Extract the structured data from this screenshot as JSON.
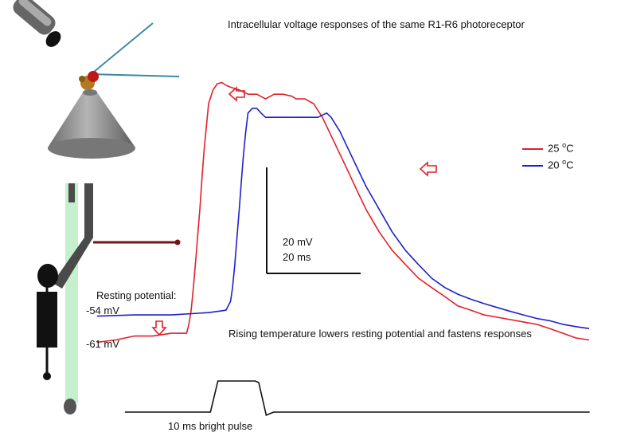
{
  "chart_data": {
    "type": "line",
    "title": "Intracellular voltage responses of the same R1-R6 photoreceptor",
    "annotation": "Rising temperature lowers resting potential and fastens responses",
    "resting_potential_label": "Resting potential:",
    "resting_values": [
      "-54 mV",
      "-61 mV"
    ],
    "scale_bar": {
      "voltage": "20 mV",
      "time": "20 ms"
    },
    "stimulus_label": "10 ms bright pulse",
    "x_unit": "ms",
    "y_unit": "mV",
    "series": [
      {
        "name": "25",
        "unit": "°C",
        "color": "#e0202a",
        "x": [
          -60,
          -50,
          -40,
          -30,
          -20,
          -11.8,
          -10.6,
          -9.4,
          -8.2,
          -7.1,
          -5.9,
          -4.7,
          -3.5,
          -2.4,
          -1.2,
          0,
          2.4,
          4.7,
          7.1,
          9.4,
          11.8,
          16.5,
          21.2,
          25.9,
          30.6,
          35.3,
          40,
          44.7,
          47.1,
          51.8,
          56.5,
          61.2,
          65.9,
          70.6,
          75.3,
          80,
          84.7,
          91.8,
          98.8,
          105.9,
          112.9,
          120,
          127.1,
          134.1,
          141.2,
          148.2,
          155.3,
          162.4,
          169.4,
          176.5,
          183.5,
          190.6,
          197.6,
          204.7
        ],
        "y": [
          -61.1,
          -60.5,
          -59.5,
          -59.5,
          -58.8,
          -58.8,
          -56.5,
          -52.9,
          -47.1,
          -41.2,
          -34.1,
          -27.1,
          -18.8,
          -11.8,
          -5.9,
          0,
          3.5,
          5.1,
          5.4,
          4.7,
          4.2,
          3.5,
          2.4,
          2.4,
          1.2,
          2.4,
          2.4,
          1.9,
          1.2,
          1.2,
          0,
          -3.5,
          -8.2,
          -12.9,
          -17.6,
          -22.4,
          -27.1,
          -32.9,
          -37.6,
          -41.2,
          -44.7,
          -47.1,
          -49.4,
          -51.8,
          -52.9,
          -54.1,
          -54.7,
          -55.3,
          -55.9,
          -56.5,
          -57.6,
          -58.8,
          -60,
          -60.5
        ]
      },
      {
        "name": "20",
        "unit": "°C",
        "color": "#1f1fcc",
        "x": [
          -60,
          -40,
          -20,
          0,
          9.4,
          11.8,
          12.9,
          14.1,
          15.3,
          16.5,
          17.6,
          18.8,
          20,
          21.2,
          23.5,
          25.9,
          28.2,
          30.6,
          32.9,
          35.3,
          40,
          44.7,
          49.4,
          54.1,
          58.8,
          63.5,
          65.9,
          70.6,
          75.3,
          80,
          84.7,
          91.8,
          98.8,
          105.9,
          112.9,
          120,
          127.1,
          134.1,
          141.2,
          148.2,
          155.3,
          162.4,
          169.4,
          176.5,
          183.5,
          190.6,
          197.6,
          204.7
        ],
        "y": [
          -54.4,
          -54.1,
          -54.1,
          -53.5,
          -52.9,
          -50.6,
          -47.1,
          -41.2,
          -34.1,
          -27.1,
          -20,
          -12.9,
          -7.1,
          -2.4,
          -1.2,
          -1.2,
          -2.4,
          -3.5,
          -3.5,
          -3.5,
          -3.5,
          -3.5,
          -3.5,
          -3.5,
          -3.5,
          -2.4,
          -3.5,
          -7.1,
          -11.8,
          -16.5,
          -21.2,
          -27.1,
          -32.9,
          -37.6,
          -41.2,
          -44.7,
          -47.1,
          -48.8,
          -50.1,
          -51.2,
          -52.2,
          -53.2,
          -54.1,
          -55,
          -55.6,
          -56.5,
          -57.1,
          -57.6
        ]
      }
    ],
    "stimulus": {
      "x": [
        -45,
        1,
        5,
        25,
        27,
        31,
        35,
        205
      ],
      "y": [
        0,
        0,
        1,
        1,
        0.95,
        -0.1,
        0,
        0
      ]
    }
  }
}
